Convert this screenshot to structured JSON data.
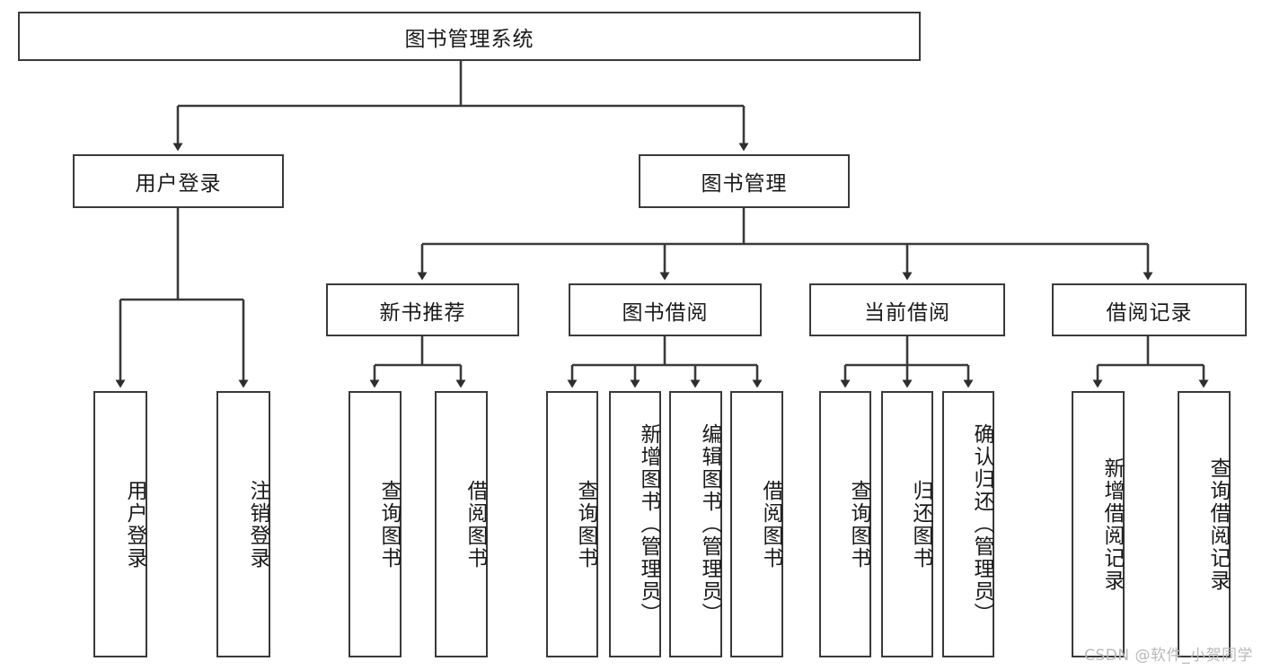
{
  "diagram": {
    "title": "图书管理系统",
    "root": {
      "label": "图书管理系统"
    },
    "level2": [
      {
        "label": "用户登录"
      },
      {
        "label": "图书管理"
      }
    ],
    "level3": [
      {
        "label": "新书推荐"
      },
      {
        "label": "图书借阅"
      },
      {
        "label": "当前借阅"
      },
      {
        "label": "借阅记录"
      }
    ],
    "leaves": {
      "user_login": [
        {
          "label": "用户登录"
        },
        {
          "label": "注销登录"
        }
      ],
      "new_book_recommend": [
        {
          "label": "查询图书"
        },
        {
          "label": "借阅图书"
        }
      ],
      "book_borrow": [
        {
          "label": "查询图书"
        },
        {
          "label": "新增图书（管理员）"
        },
        {
          "label": "编辑图书（管理员）"
        },
        {
          "label": "借阅图书"
        }
      ],
      "current_borrow": [
        {
          "label": "查询图书"
        },
        {
          "label": "归还图书"
        },
        {
          "label": "确认归还（管理员）"
        }
      ],
      "borrow_records": [
        {
          "label": "新增借阅记录"
        },
        {
          "label": "查询借阅记录"
        }
      ]
    }
  },
  "watermark": "CSDN @软件_小贺同学",
  "colors": {
    "stroke": "#3a3a3a",
    "text": "#1a1a1a",
    "background": "#ffffff",
    "watermark": "#b9b9b9"
  }
}
